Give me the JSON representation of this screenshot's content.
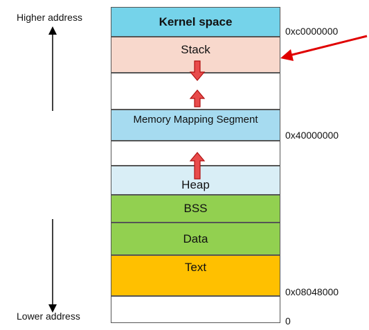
{
  "labels": {
    "higher": "Higher address",
    "lower": "Lower address"
  },
  "segments": [
    {
      "name": "Kernel space",
      "color": "#75d3ea"
    },
    {
      "name": "Stack",
      "color": "#f8d8cc"
    },
    {
      "name": "",
      "color": "#ffffff"
    },
    {
      "name": "Memory Mapping Segment",
      "color": "#a6dbf0"
    },
    {
      "name": "",
      "color": "#ffffff"
    },
    {
      "name": "Heap",
      "color": "#d9eef6"
    },
    {
      "name": "BSS",
      "color": "#92d050"
    },
    {
      "name": "Data",
      "color": "#92d050"
    },
    {
      "name": "Text",
      "color": "#ffc000"
    },
    {
      "name": "",
      "color": "#ffffff"
    }
  ],
  "addresses": {
    "kernel": "0xc0000000",
    "mmap": "0x40000000",
    "text": "0x08048000",
    "zero": "0"
  },
  "colors": {
    "growth_arrow_fill": "#e84b4b",
    "growth_arrow_stroke": "#b01010",
    "pointer_arrow": "#e00000",
    "axis_arrow": "#000000"
  }
}
